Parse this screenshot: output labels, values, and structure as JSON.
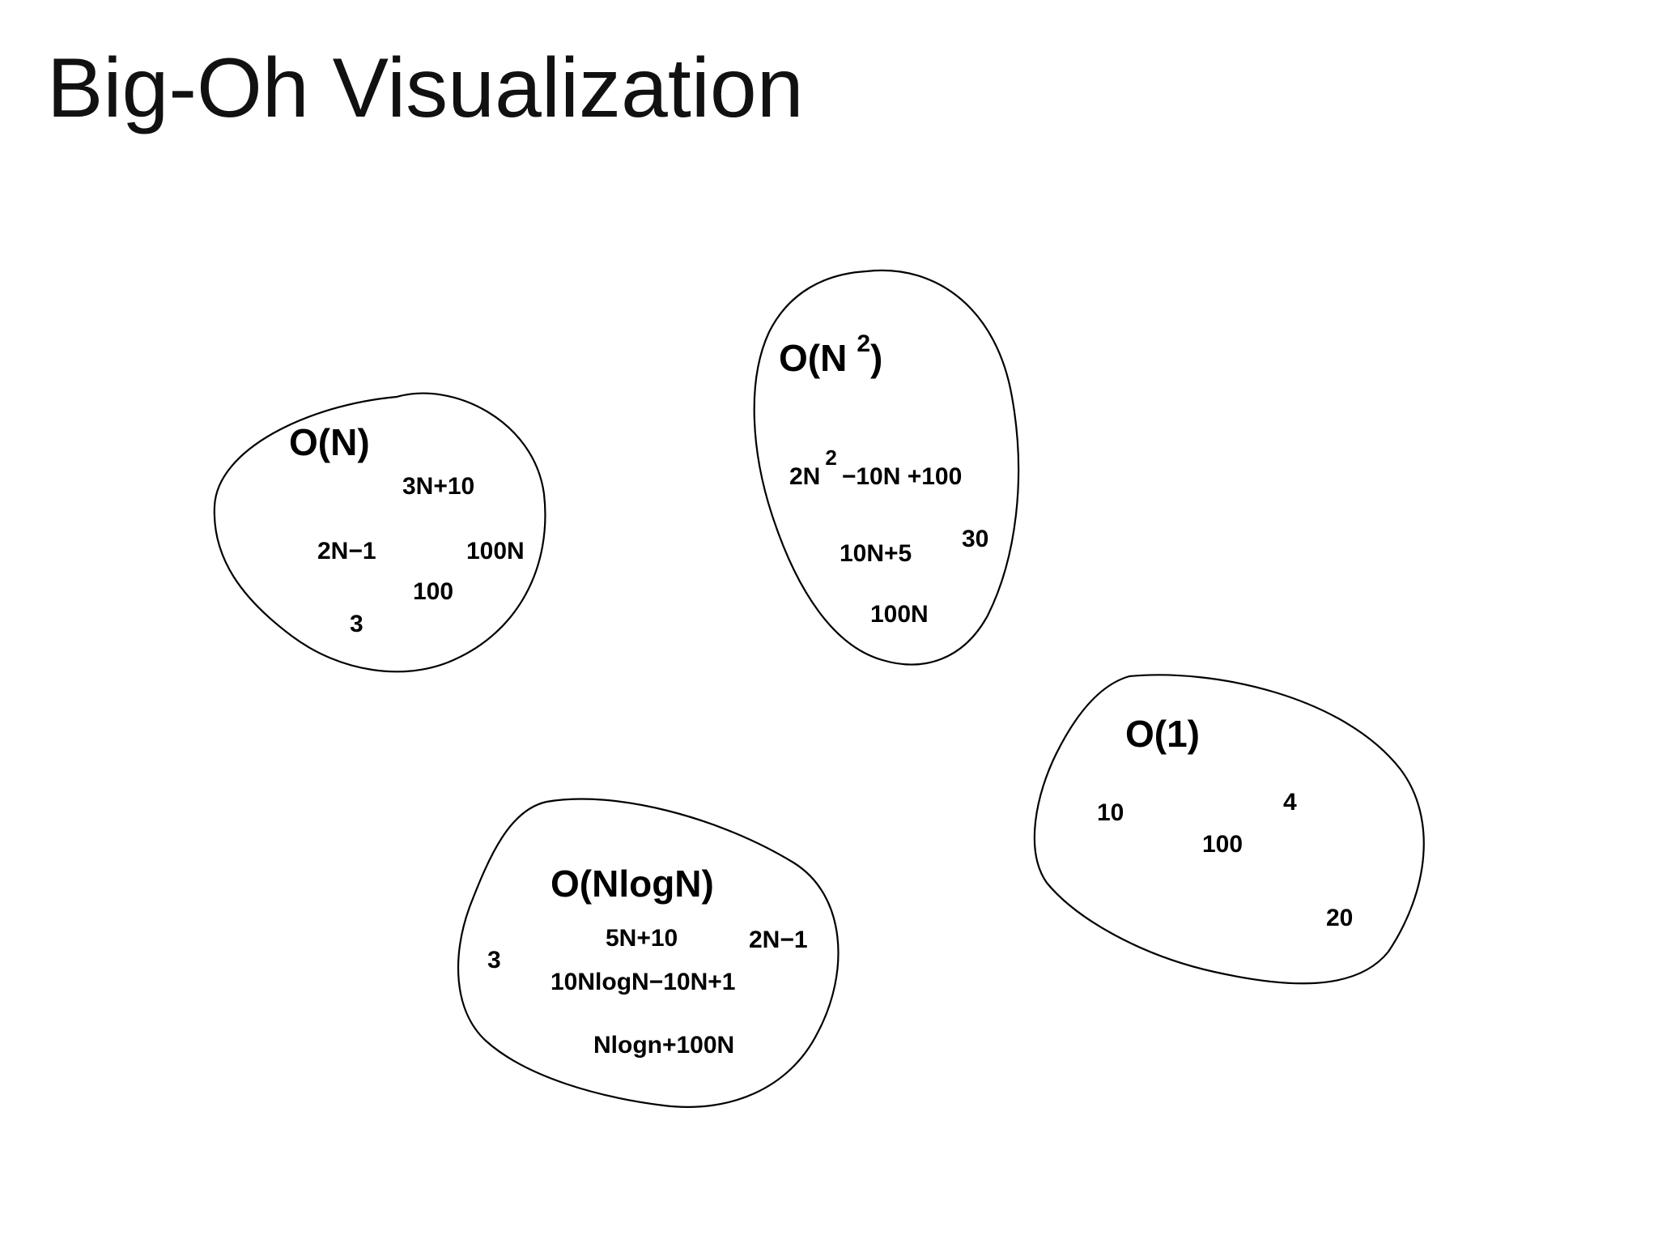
{
  "slide": {
    "title": "Big-Oh Visualization"
  },
  "sets": {
    "o_n": {
      "label": "O(N)",
      "functions": [
        "3N+10",
        "2N−1",
        "100N",
        "100",
        "3"
      ]
    },
    "o_n2": {
      "label_base": "O(N",
      "label_sup": "2",
      "label_close": ")",
      "func1_base": "2N",
      "func1_sup": "2",
      "func1_rest": "−10N +100",
      "functions": [
        "10N+5",
        "30",
        "100N"
      ]
    },
    "o_1": {
      "label": "O(1)",
      "functions": [
        "10",
        "4",
        "100",
        "20"
      ]
    },
    "o_nlogn": {
      "label": "O(NlogN)",
      "functions": [
        "5N+10",
        "2N−1",
        "3",
        "10NlogN−10N+1",
        "Nlogn+100N"
      ]
    }
  }
}
